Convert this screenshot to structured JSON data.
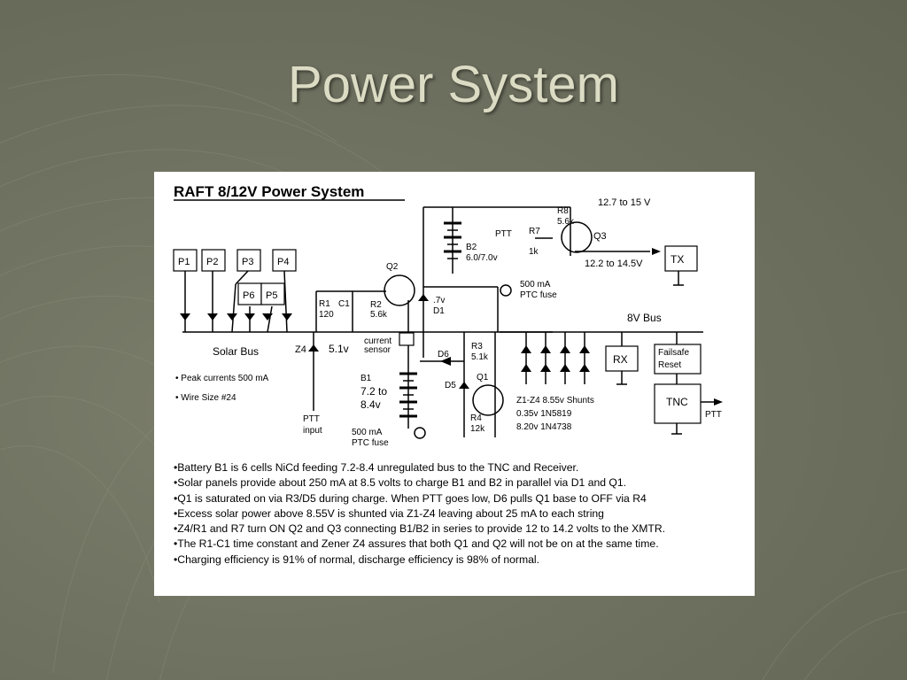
{
  "slide": {
    "title": "Power System"
  },
  "schematic": {
    "title": "RAFT 8/12V Power System",
    "panels": [
      "P1",
      "P2",
      "P3",
      "P4",
      "P6",
      "P5"
    ],
    "solar_bus": "Solar Bus",
    "bus_8v": "8V Bus",
    "q2": "Q2",
    "q3": "Q3",
    "q1": "Q1",
    "r1": "R1",
    "r1_value": "120",
    "c1": "C1",
    "r2": "R2",
    "r2_value": "5.6k",
    "r8": "R8",
    "r8_value": "5.6k",
    "r7": "R7",
    "r7_value": "1k",
    "ptt_r7": "PTT",
    "r3": "R3",
    "r3_value": "5.1k",
    "r4": "R4",
    "r4_value": "12k",
    "d1": "D1",
    "d1_value": ".7v",
    "d5": "D5",
    "d6": "D6",
    "b2": "B2",
    "b2_value": "6.0/7.0v",
    "b1": "B1",
    "b1_value_1": "7.2 to",
    "b1_value_2": "8.4v",
    "fuse_top_1": "500 mA",
    "fuse_top_2": "PTC fuse",
    "fuse_bot_1": "500 mA",
    "fuse_bot_2": "PTC fuse",
    "z4": "Z4",
    "z4_value": "5.1v",
    "sensor_1": "current",
    "sensor_2": "sensor",
    "v_top": "12.7 to 15 V",
    "v_tx": "12.2 to 14.5V",
    "tx": "TX",
    "rx": "RX",
    "failsafe_1": "Failsafe",
    "failsafe_2": "Reset",
    "tnc": "TNC",
    "ptt_out": "PTT",
    "ptt_input_1": "PTT",
    "ptt_input_2": "input",
    "peak_note": "Peak currents 500 mA",
    "wire_note": "Wire Size #24",
    "shunts_1": "Z1-Z4 8.55v  Shunts",
    "shunts_2": "0.35v  1N5819",
    "shunts_3": "8.20v  1N4738"
  },
  "notes": [
    "Battery B1 is 6 cells NiCd feeding 7.2-8.4 unregulated bus to the TNC and Receiver.",
    "Solar panels provide about 250 mA at 8.5 volts to charge B1 and B2 in parallel via D1 and Q1.",
    "Q1 is saturated on via R3/D5 during charge.  When PTT goes low, D6 pulls Q1 base to OFF via R4",
    "Excess solar power above 8.55V is shunted via Z1-Z4 leaving about 25 mA to each string",
    "Z4/R1 and R7 turn ON Q2 and Q3 connecting B1/B2 in series to provide 12 to 14.2 volts to the XMTR.",
    "The R1-C1 time constant and Zener Z4 assures that both Q1 and Q2 will not be on at the same time.",
    "Charging efficiency is 91% of normal, discharge efficiency is 98% of normal."
  ]
}
